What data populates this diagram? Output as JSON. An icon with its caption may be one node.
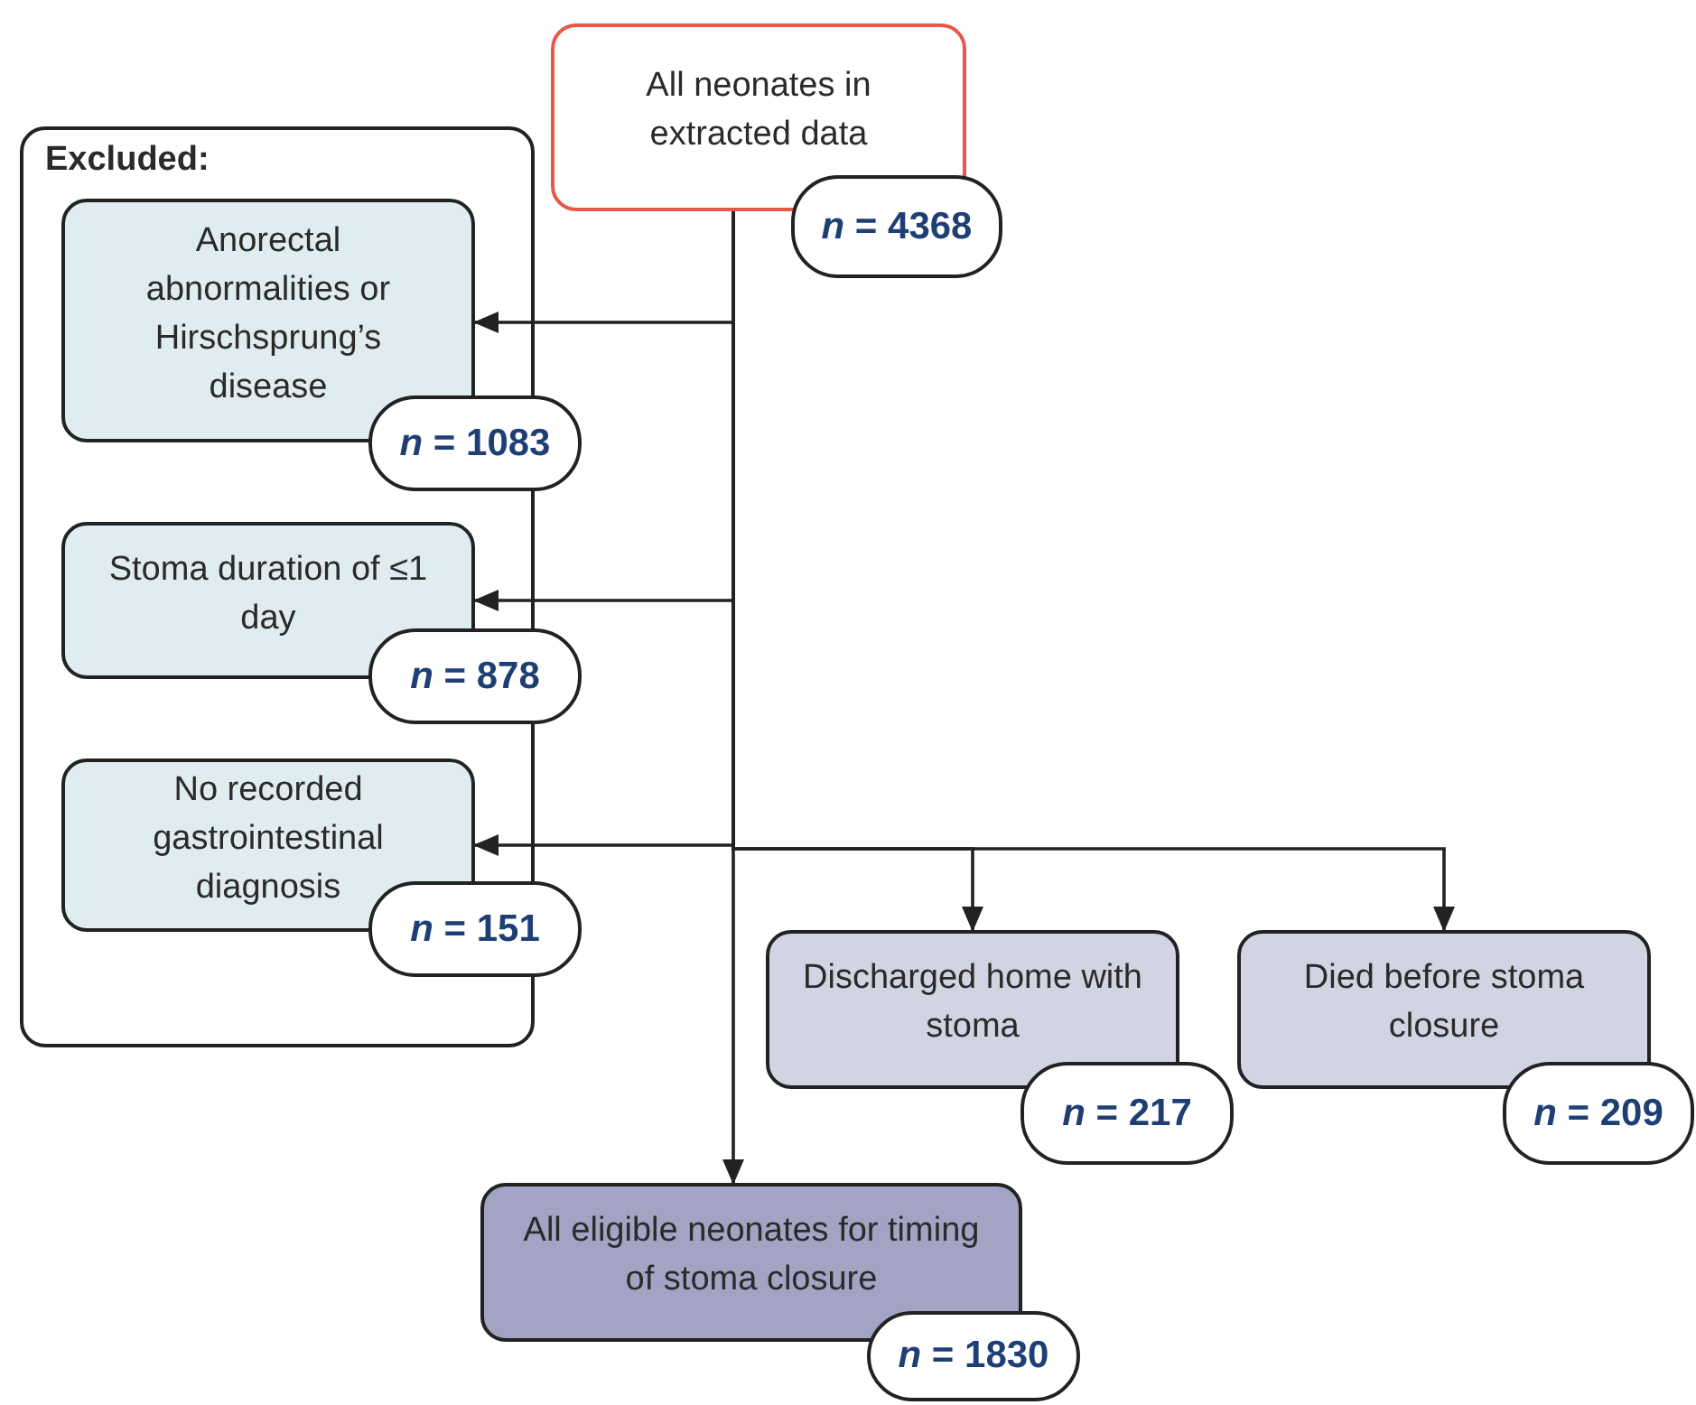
{
  "diagram": {
    "nodes": [
      {
        "text": [
          "All neonates in extracted data"
        ]
      },
      {
        "text": [
          "*n* = 4368"
        ]
      },
      {
        "text": [
          "Excluded:"
        ]
      },
      {
        "text": [
          "Anorectal abnormalities or Hirschsprung’s disease"
        ],
        "in": 2
      },
      {
        "text": [
          "*n* = 1083"
        ]
      },
      {
        "text": [
          "Stoma duration of ≤1 day"
        ],
        "in": 2
      },
      {
        "text": [
          "*n* = 878"
        ]
      },
      {
        "text": [
          "No recorded gastrointestinal diagnosis"
        ],
        "in": 2
      },
      {
        "text": [
          "*n* = 151"
        ]
      },
      {
        "text": [
          "Discharged home with stoma"
        ]
      },
      {
        "text": [
          "*n* = 217"
        ]
      },
      {
        "text": [
          "Died before stoma closure"
        ]
      },
      {
        "text": [
          "*n* = 209"
        ]
      },
      {
        "text": [
          "All eligible neonates for timing of stoma closure"
        ]
      },
      {
        "text": [
          "*n* = 1830"
        ]
      }
    ],
    "edges": [
      {
        "from": 0,
        "to": 3,
        "arrow": "to"
      },
      {
        "from": 0,
        "to": 5,
        "arrow": "to"
      },
      {
        "from": 0,
        "to": 7,
        "arrow": "to"
      },
      {
        "from": 0,
        "to": 9,
        "arrow": "to"
      },
      {
        "from": 0,
        "to": 11,
        "arrow": "to"
      },
      {
        "from": 0,
        "to": 13,
        "arrow": "to"
      }
    ]
  }
}
